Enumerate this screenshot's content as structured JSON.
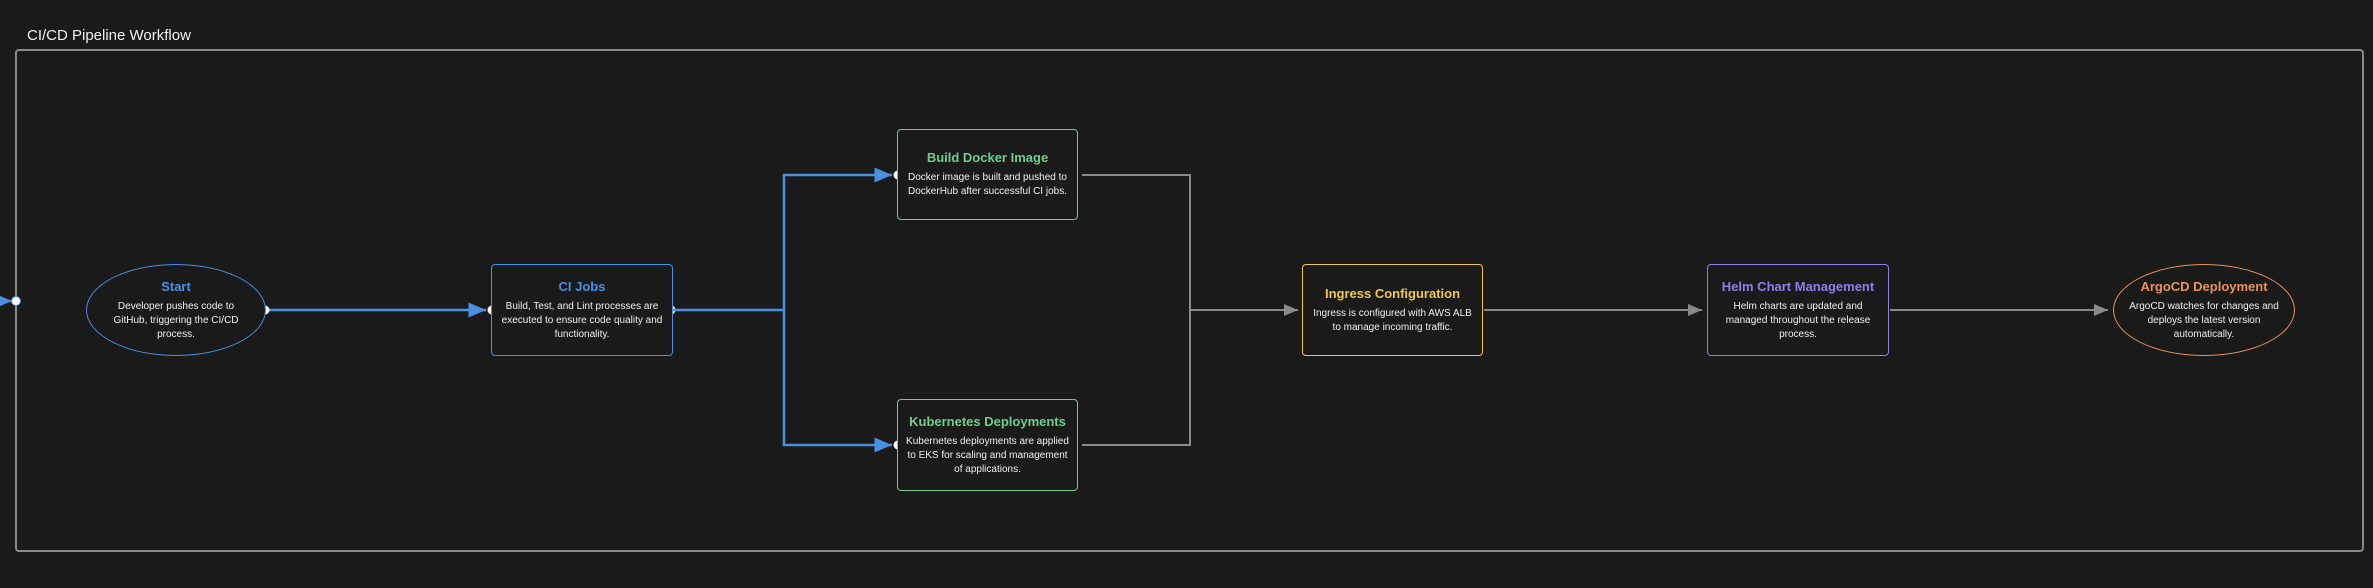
{
  "page": {
    "title": "CI/CD Pipeline Workflow"
  },
  "colors": {
    "background": "#1a1a1a",
    "frame": "#8a8a8a",
    "flow_blue": "#4a8fe0",
    "flow_grey": "#8a8a8a",
    "start": "#4a8fe0",
    "ci": "#4a8fe0",
    "docker": "#6ccf8b",
    "k8s": "#6ccf8b",
    "ingress": "#f2c84b",
    "helm": "#8e7fe6",
    "argocd": "#e8935a"
  },
  "nodes": {
    "start": {
      "title": "Start",
      "desc": "Developer pushes code to GitHub, triggering the CI/CD process."
    },
    "ci_jobs": {
      "title": "CI Jobs",
      "desc": "Build, Test, and Lint processes are executed to ensure code quality and functionality."
    },
    "docker": {
      "title": "Build Docker Image",
      "desc": "Docker image is built and pushed to DockerHub after successful CI jobs."
    },
    "k8s": {
      "title": "Kubernetes Deployments",
      "desc": "Kubernetes deployments are applied to EKS for scaling and management of applications."
    },
    "ingress": {
      "title": "Ingress Configuration",
      "desc": "Ingress is configured with AWS ALB to manage incoming traffic."
    },
    "helm": {
      "title": "Helm Chart Management",
      "desc": "Helm charts are updated and managed throughout the release process."
    },
    "argocd": {
      "title": "ArgoCD Deployment",
      "desc": "ArgoCD watches for changes and deploys the latest version automatically."
    }
  }
}
